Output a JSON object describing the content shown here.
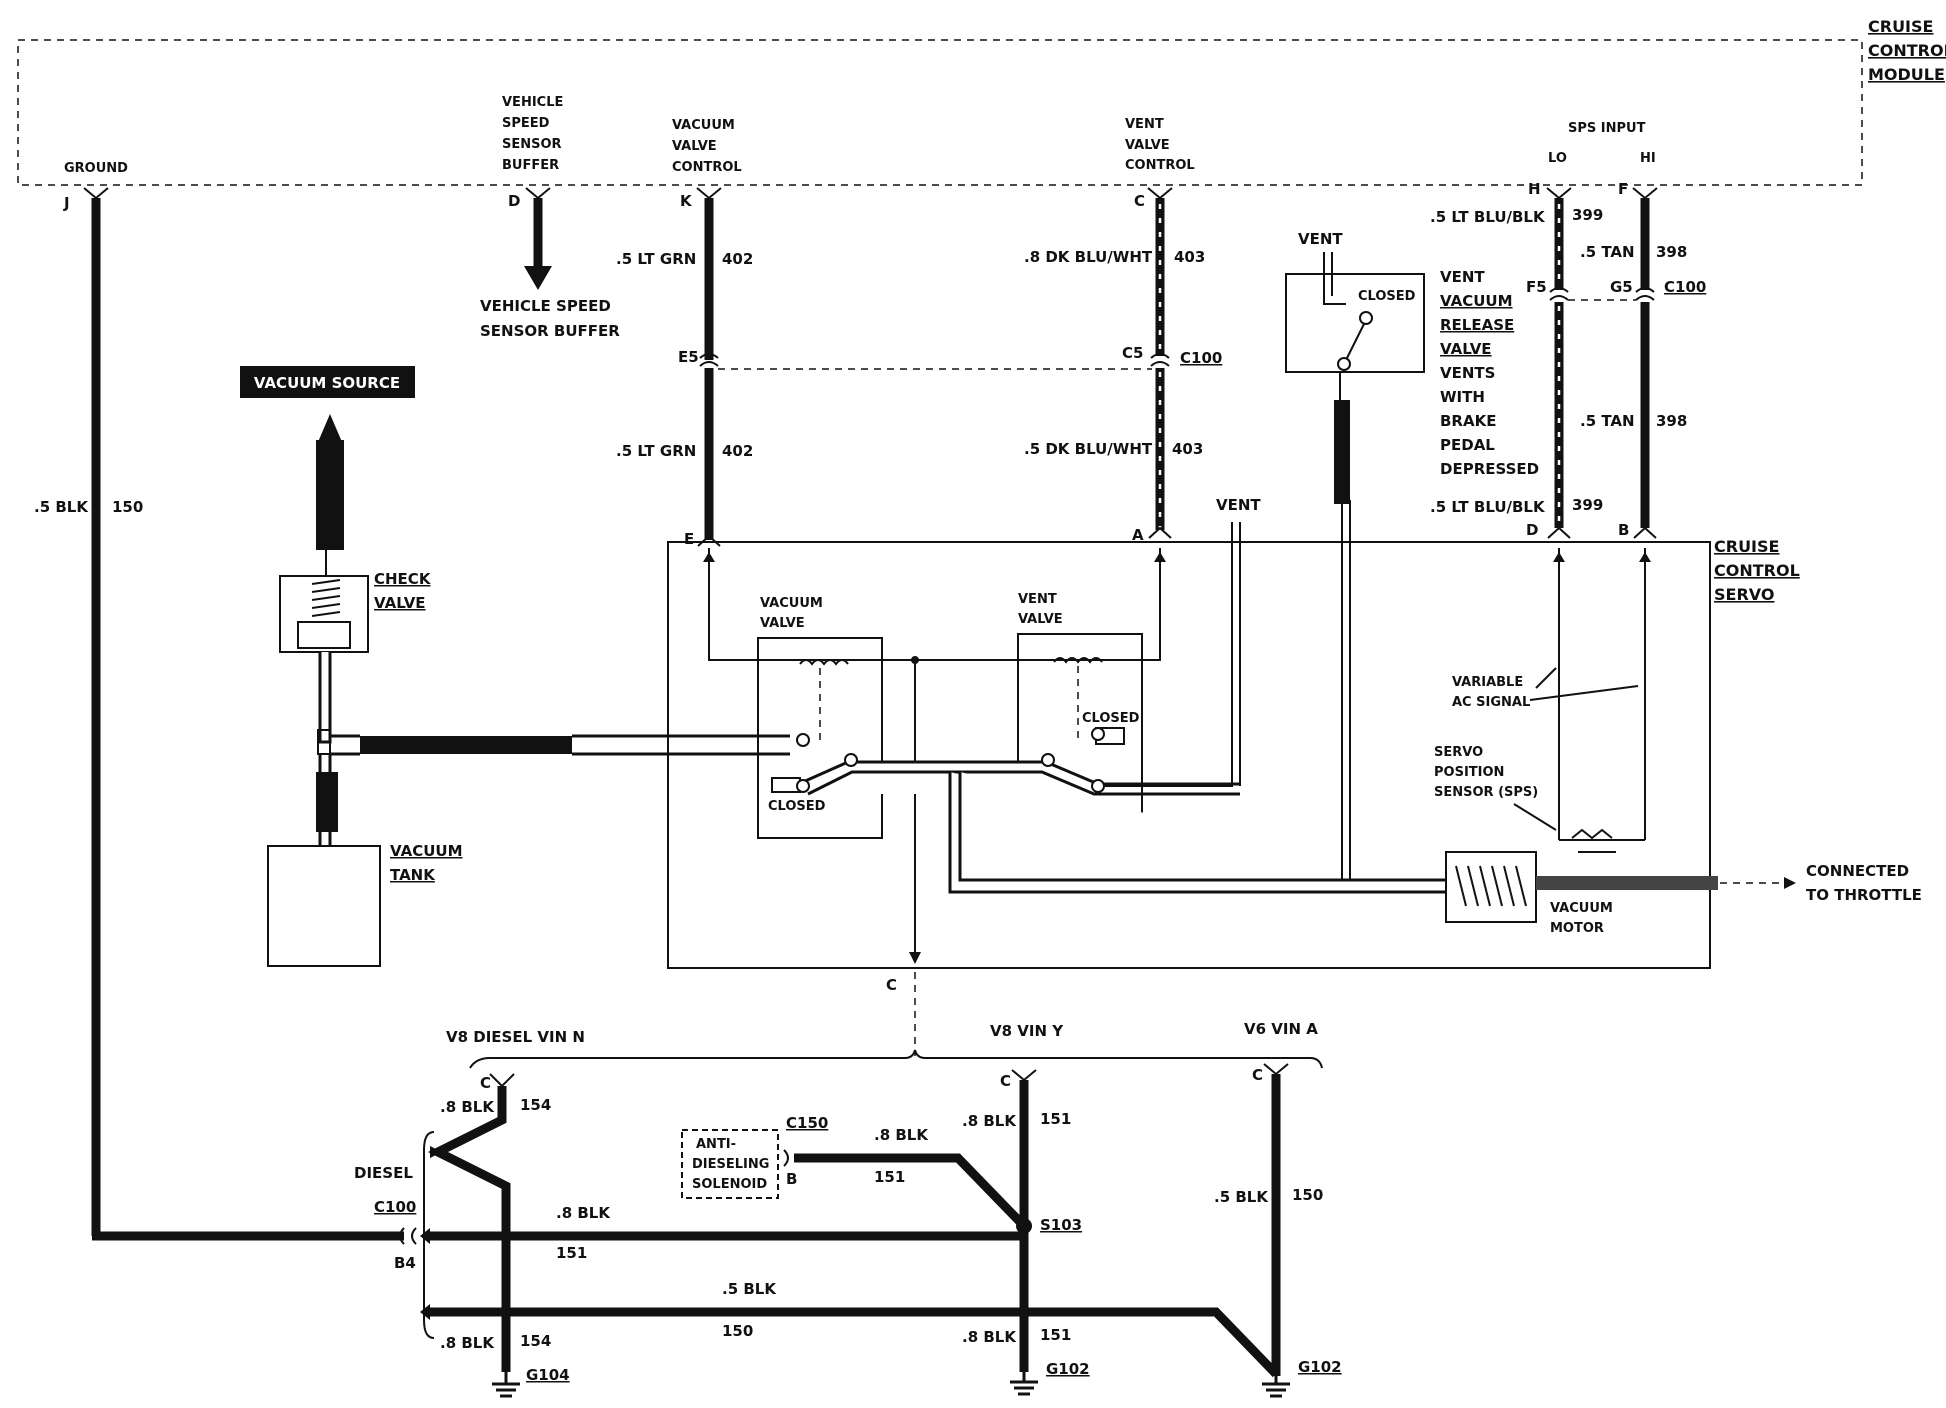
{
  "module": {
    "title_lines": [
      "CRUISE",
      "CONTROL",
      "MODULE"
    ],
    "pins": {
      "ground": {
        "label": "GROUND",
        "pin": "J"
      },
      "vss": {
        "label_lines": [
          "VEHICLE",
          "SPEED",
          "SENSOR",
          "BUFFER"
        ],
        "pin": "D"
      },
      "vacuum": {
        "label_lines": [
          "VACUUM",
          "VALVE",
          "CONTROL"
        ],
        "pin": "K"
      },
      "vent": {
        "label_lines": [
          "VENT",
          "VALVE",
          "CONTROL"
        ],
        "pin": "C"
      },
      "sps_input": "SPS INPUT",
      "lo": {
        "label": "LO",
        "pin": "H"
      },
      "hi": {
        "label": "HI",
        "pin": "F"
      }
    }
  },
  "vss_destination": [
    "VEHICLE SPEED",
    "SENSOR BUFFER"
  ],
  "wires": {
    "w402_top": {
      "gauge": ".5 LT GRN",
      "circuit": "402"
    },
    "w402_bot": {
      "gauge": ".5 LT GRN",
      "circuit": "402"
    },
    "w403_top": {
      "gauge": ".8 DK BLU/WHT",
      "circuit": "403"
    },
    "w403_bot": {
      "gauge": ".5 DK BLU/WHT",
      "circuit": "403"
    },
    "w399_top": {
      "gauge": ".5 LT BLU/BLK",
      "circuit": "399"
    },
    "w399_bot": {
      "gauge": ".5 LT BLU/BLK",
      "circuit": "399"
    },
    "w398_top": {
      "gauge": ".5 TAN",
      "circuit": "398"
    },
    "w398_bot": {
      "gauge": ".5 TAN",
      "circuit": "398"
    },
    "w150_left": {
      "gauge": ".5 BLK",
      "circuit": "150"
    },
    "w154_top": {
      "gauge": ".8 BLK",
      "circuit": "154"
    },
    "w154_bot": {
      "gauge": ".8 BLK",
      "circuit": "154"
    },
    "w151_v8": {
      "gauge": ".8 BLK",
      "circuit": "151"
    },
    "w151_anti": {
      "gauge": ".8 BLK",
      "circuit": "151"
    },
    "w151_c100": {
      "gauge": ".8 BLK",
      "circuit": "151"
    },
    "w151_bot": {
      "gauge": ".8 BLK",
      "circuit": "151"
    },
    "w150_bus": {
      "gauge": ".5 BLK",
      "circuit": "150"
    },
    "w150_v6": {
      "gauge": ".5 BLK",
      "circuit": "150"
    }
  },
  "connectors": {
    "e5": "E5",
    "c5": "C5",
    "c100_mid": "C100",
    "f5": "F5",
    "g5": "G5",
    "c100_right": "C100",
    "servo_e": "E",
    "servo_a": "A",
    "servo_d": "D",
    "servo_b": "B",
    "servo_c": "C",
    "c100_bottom": "C100",
    "b4": "B4",
    "c150": "C150",
    "c150_b": "B",
    "s103": "S103",
    "g104": "G104",
    "g102a": "G102",
    "g102b": "G102",
    "c_diesel": "C",
    "c_v8": "C",
    "c_v6": "C"
  },
  "components": {
    "vacuum_source": "VACUUM SOURCE",
    "check_valve": [
      "CHECK",
      "VALVE"
    ],
    "vacuum_tank": [
      "VACUUM",
      "TANK"
    ],
    "vent_release": {
      "vent_label": "VENT",
      "closed": "CLOSED",
      "desc_lines": [
        "VENT",
        "VACUUM",
        "RELEASE",
        "VALVE",
        "VENTS",
        "WITH",
        "BRAKE",
        "PEDAL",
        "DEPRESSED"
      ]
    },
    "servo_title": [
      "CRUISE",
      "CONTROL",
      "SERVO"
    ],
    "servo_vent": "VENT",
    "vacuum_valve": {
      "title": [
        "VACUUM",
        "VALVE"
      ],
      "closed": "CLOSED"
    },
    "vent_valve": {
      "title": [
        "VENT",
        "VALVE"
      ],
      "closed": "CLOSED"
    },
    "variable_ac": [
      "VARIABLE",
      "AC SIGNAL"
    ],
    "sps": [
      "SERVO",
      "POSITION",
      "SENSOR (SPS)"
    ],
    "vacuum_motor": [
      "VACUUM",
      "MOTOR"
    ],
    "throttle": [
      "CONNECTED",
      "TO THROTTLE"
    ],
    "anti_dieseling": [
      "ANTI-",
      "DIESELING",
      "SOLENOID"
    ],
    "diesel": "DIESEL"
  },
  "engines": {
    "v8_diesel": "V8 DIESEL VIN N",
    "v8": "V8 VIN Y",
    "v6": "V6 VIN A"
  },
  "colors": {
    "ink": "#111111",
    "paper": "#ffffff"
  }
}
